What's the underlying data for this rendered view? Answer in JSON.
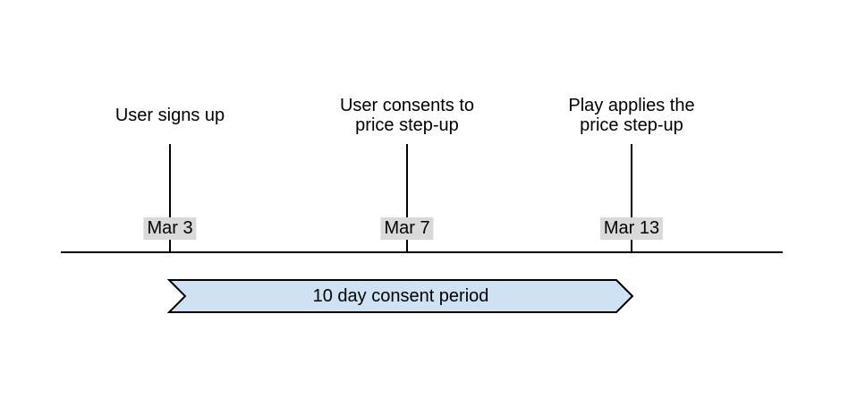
{
  "canvas": {
    "background": "#ffffff"
  },
  "timeline": {
    "axis_color": "#000000",
    "date_badge_bg": "#d9d9d9",
    "milestones": [
      {
        "title": "User signs up",
        "date": "Mar 3"
      },
      {
        "title": "User consents to\nprice step-up",
        "date": "Mar 7"
      },
      {
        "title": "Play applies the\nprice step-up",
        "date": "Mar 13"
      }
    ]
  },
  "banner": {
    "label": "10 day consent period",
    "fill": "#cfe2f3",
    "stroke": "#000000"
  }
}
